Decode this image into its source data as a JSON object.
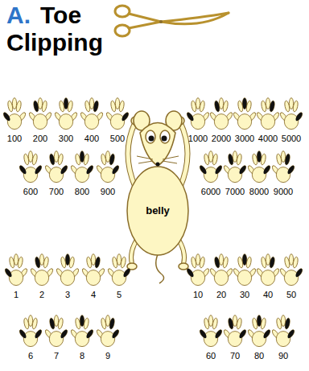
{
  "diagram": {
    "title": "Toe Clipping",
    "labels": [
      "A.",
      "100",
      "200",
      "300",
      "400",
      "500",
      "600",
      "700",
      "800",
      "900",
      "1000",
      "2000",
      "3000",
      "4000",
      "5000",
      "6000",
      "7000",
      "8000",
      "9000",
      "belly",
      "1",
      "2",
      "3",
      "4",
      "5",
      "6",
      "7",
      "8",
      "9",
      "10",
      "20",
      "30",
      "40",
      "50",
      "60",
      "70",
      "80",
      "90"
    ]
  }
}
